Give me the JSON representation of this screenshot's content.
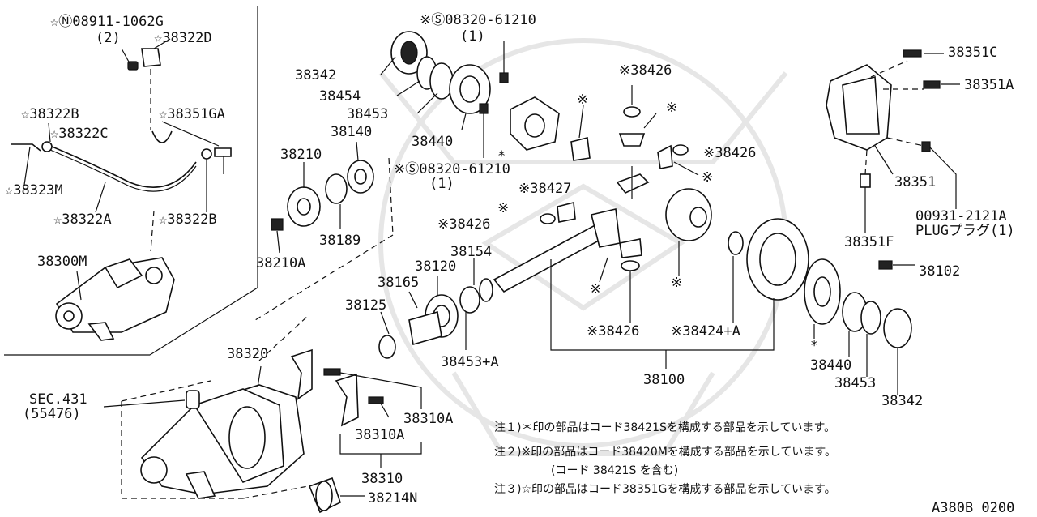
{
  "diagram_id": "A380B 0200",
  "callouts": {
    "p08911": "☆Ⓝ08911-1062G",
    "p08911_qty": "(2)",
    "p38322D": "☆38322D",
    "p38322B_top": "☆38322B",
    "p38351GA": "☆38351GA",
    "p38322C": "☆38322C",
    "p38323M": "☆38323M",
    "p38322A": "☆38322A",
    "p38322B_bottom": "☆38322B",
    "p38300M": "38300M",
    "p38342_top": "38342",
    "p38454": "38454",
    "p38453_top": "38453",
    "p38440_top": "38440",
    "p08320_a": "※Ⓢ08320-61210",
    "p08320_a_qty": "(1)",
    "p08320_b": "※Ⓢ08320-61210",
    "p08320_b_qty": "(1)",
    "p38140": "38140",
    "p38210": "38210",
    "p38189": "38189",
    "p38210A": "38210A",
    "p38426_a": "※38426",
    "p38426_b": "※38426",
    "p38426_c": "※38426",
    "p38426_d": "※38426",
    "p38427": "※38427",
    "p38154": "38154",
    "p38120": "38120",
    "p38165": "38165",
    "p38125": "38125",
    "p38453A": "38453+A",
    "p38424A": "※38424+A",
    "p38100": "38100",
    "p38351C": "38351C",
    "p38351A": "38351A",
    "p38351": "38351",
    "p00931": "00931-2121A",
    "p00931_desc": "PLUGプラグ(1)",
    "p38351F": "38351F",
    "p38102": "38102",
    "p38440_bottom": "38440",
    "p38453_bottom": "38453",
    "p38342_bottom": "38342",
    "p38320": "38320",
    "sec431": "SEC.431",
    "sec431_ref": "(55476)",
    "p38310A_a": "38310A",
    "p38310A_b": "38310A",
    "p38310": "38310",
    "p38214N": "38214N",
    "star_a": "*",
    "star_b": "*",
    "mark_a": "※",
    "mark_b": "※",
    "mark_c": "※",
    "mark_d": "※",
    "mark_e": "※",
    "mark_f": "※"
  },
  "notes": {
    "note1": "注１)＊印の部品はコード38421Sを構成する部品を示しています。",
    "note2": "注２)※印の部品はコード38420Mを構成する部品を示しています。",
    "note2_sub": "(コード 38421S を含む)",
    "note3": "注３)☆印の部品はコード38351Gを構成する部品を示しています。"
  }
}
